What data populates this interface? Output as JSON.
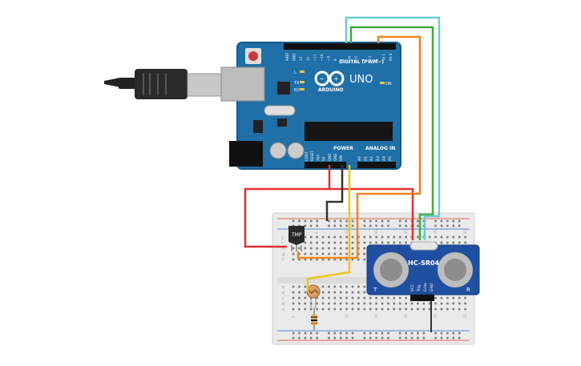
{
  "board": {
    "brand": "ARDUINO",
    "model": "UNO",
    "digital_label": "DIGITAL (PWM~)",
    "power_label": "POWER",
    "analog_label": "ANALOG IN",
    "on_label": "ON",
    "led_l": "L",
    "led_tx": "TX",
    "led_rx": "RX",
    "power_pins": [
      "IOREF",
      "RESET",
      "3V3",
      "5V",
      "GND",
      "GND",
      "VIN"
    ],
    "analog_pins": [
      "A0",
      "A1",
      "A2",
      "A3",
      "A4",
      "A5"
    ],
    "digital_pins": [
      "AREF",
      "GND",
      "13",
      "12",
      "~11",
      "~10",
      "~9",
      "8",
      "7",
      "~6",
      "~5",
      "4",
      "~3",
      "2",
      "TX 1",
      "RX 0"
    ]
  },
  "breadboard": {
    "row_letters_top": [
      "j",
      "i",
      "h",
      "g",
      "f"
    ],
    "row_letters_bottom": [
      "e",
      "d",
      "c",
      "b",
      "a"
    ],
    "column_numbers": [
      "1",
      "5",
      "10",
      "15",
      "20",
      "25",
      "30"
    ]
  },
  "components": {
    "temp_sensor": "TMP",
    "ultrasonic": "HC-SR04",
    "ultrasonic_pins": [
      "VCC",
      "Trig",
      "Echo",
      "GND"
    ],
    "ultrasonic_t": "T",
    "ultrasonic_r": "R"
  },
  "colors": {
    "board": "#1f6fa8",
    "usb_plug": "#222222",
    "wire_red": "#e03030",
    "wire_black": "#333333",
    "wire_orange": "#f0861a",
    "wire_green": "#3cae3c",
    "wire_cyan": "#6ccad0",
    "wire_yellow": "#f2c21a",
    "sonar": "#1f4fa0"
  }
}
